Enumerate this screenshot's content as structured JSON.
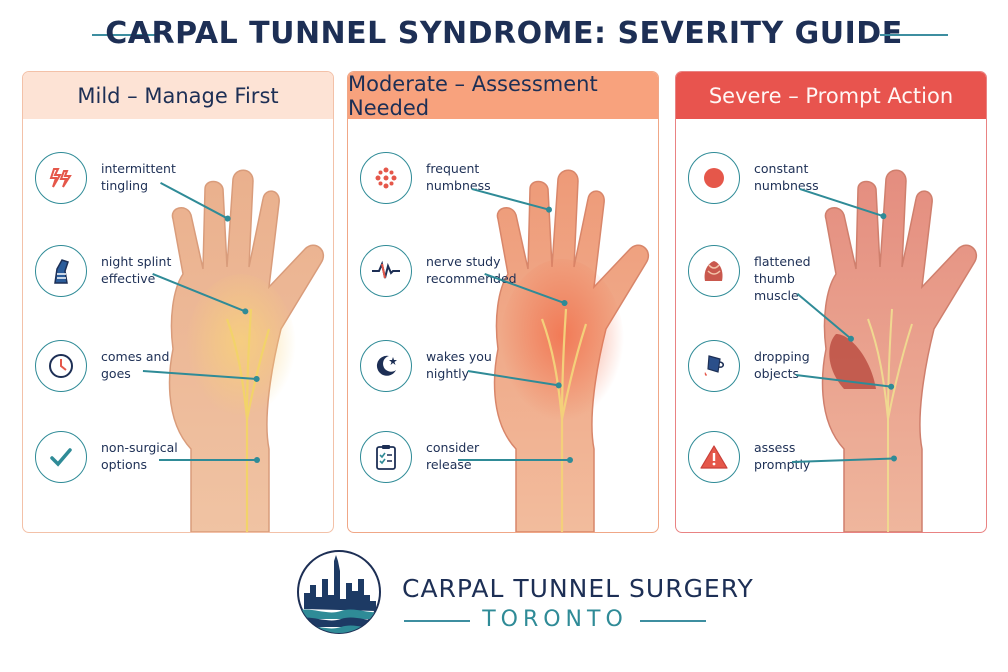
{
  "page": {
    "title": "CARPAL TUNNEL SYNDROME: SEVERITY GUIDE"
  },
  "panels": [
    {
      "heading": "Mild – Manage First",
      "items": [
        {
          "label": "intermittent\ntingling",
          "icon": "lightning-bolts-icon"
        },
        {
          "label": "night splint\neffective",
          "icon": "wrist-splint-icon"
        },
        {
          "label": "comes and\ngoes",
          "icon": "clock-icon"
        },
        {
          "label": "non-surgical\noptions",
          "icon": "checkmark-icon"
        }
      ]
    },
    {
      "heading": "Moderate – Assessment Needed",
      "items": [
        {
          "label": "frequent\nnumbness",
          "icon": "numbness-dots-icon"
        },
        {
          "label": "nerve study\nrecommended",
          "icon": "nerve-signal-icon"
        },
        {
          "label": "wakes you\nnightly",
          "icon": "moon-star-icon"
        },
        {
          "label": "consider\nrelease",
          "icon": "clipboard-checklist-icon"
        }
      ]
    },
    {
      "heading": "Severe – Prompt Action",
      "items": [
        {
          "label": "constant\nnumbness",
          "icon": "red-dot-icon"
        },
        {
          "label": "flattened\nthumb\nmuscle",
          "icon": "thumb-muscle-icon"
        },
        {
          "label": "dropping\nobjects",
          "icon": "dropping-cup-icon"
        },
        {
          "label": "assess\npromptly",
          "icon": "warning-triangle-icon"
        }
      ]
    }
  ],
  "brand": {
    "main": "CARPAL TUNNEL SURGERY",
    "sub": "TORONTO"
  },
  "colors": {
    "navy": "#1d2f55",
    "teal": "#2f8b97",
    "mild_header": "#fde3d5",
    "moderate_header": "#f8a27d",
    "severe_header": "#e8544e"
  }
}
